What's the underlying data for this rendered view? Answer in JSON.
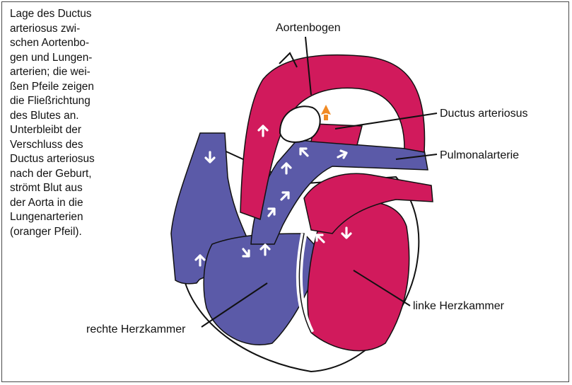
{
  "caption": {
    "lines": [
      "Lage des Ductus",
      "arteriosus zwi-",
      "schen Aortenbo-",
      "gen und Lungen-",
      "arterien; die wei-",
      "ßen Pfeile zeigen",
      "die Fließrichtung",
      "des Blutes an.",
      "Unterbleibt der",
      "Verschluss des",
      "Ductus arteriosus",
      "nach der Geburt,",
      "strömt Blut aus",
      "der Aorta in die",
      "Lungenarterien",
      "(oranger Pfeil)."
    ]
  },
  "labels": {
    "aortenbogen": "Aortenbogen",
    "ductus": "Ductus arteriosus",
    "pulmonalarterie": "Pulmonalarterie",
    "linke_herzkammer": "linke Herzkammer",
    "rechte_herzkammer": "rechte Herzkammer"
  },
  "colors": {
    "oxygenated": "#d11a5c",
    "deoxygenated": "#5b5aa8",
    "ductus_arrow": "#f08a24",
    "flow_arrows": "#ffffff"
  }
}
